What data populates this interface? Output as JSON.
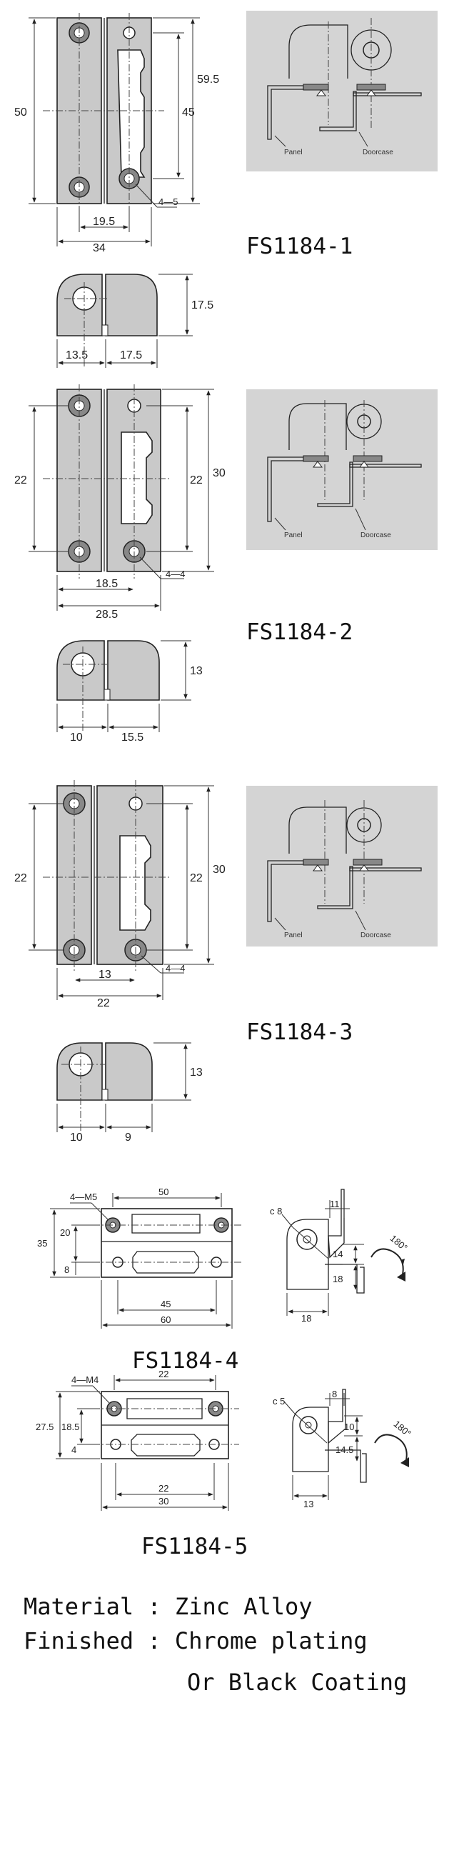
{
  "models": [
    {
      "id": "FS1184-1",
      "front_dims": {
        "left_height": "50",
        "right_height": "59.5",
        "inner_height": "45",
        "hole_spacing_width": "19.5",
        "total_width": "34",
        "holes": "4—5"
      },
      "side_dims": {
        "height": "17.5",
        "width_left": "13.5",
        "width_right": "17.5"
      },
      "section_labels": {
        "panel": "Panel",
        "doorcase": "Doorcase"
      }
    },
    {
      "id": "FS1184-2",
      "front_dims": {
        "left_height": "22",
        "right_height": "30",
        "inner_height": "22",
        "hole_spacing_width": "18.5",
        "total_width": "28.5",
        "holes": "4—4"
      },
      "side_dims": {
        "height": "13",
        "width_left": "10",
        "width_right": "15.5"
      },
      "section_labels": {
        "panel": "Panel",
        "doorcase": "Doorcase"
      }
    },
    {
      "id": "FS1184-3",
      "front_dims": {
        "left_height": "22",
        "right_height": "30",
        "inner_height": "22",
        "hole_spacing_width": "13",
        "total_width": "22",
        "holes": "4—4"
      },
      "side_dims": {
        "height": "13",
        "width_left": "10",
        "width_right": "9"
      },
      "section_labels": {
        "panel": "Panel",
        "doorcase": "Doorcase"
      }
    },
    {
      "id": "FS1184-4",
      "front_dims": {
        "thread": "4—M5",
        "top_width": "50",
        "total_height": "35",
        "upper_height": "20",
        "lower_height": "8",
        "inner_width": "45",
        "total_width": "60"
      },
      "side_dims": {
        "diameter": "c 8",
        "top_offset": "11",
        "upper": "14",
        "lower": "18",
        "bottom_width": "18",
        "angle": "180°"
      }
    },
    {
      "id": "FS1184-5",
      "front_dims": {
        "thread": "4—M4",
        "top_width": "22",
        "total_height": "27.5",
        "upper_height": "18.5",
        "lower_height": "4",
        "inner_width": "22",
        "total_width": "30"
      },
      "side_dims": {
        "diameter": "c 5",
        "top_offset": "8",
        "upper": "10",
        "lower": "14.5",
        "bottom_width": "13",
        "angle": "180°"
      }
    }
  ],
  "specs": {
    "material": "Material : Zinc Alloy",
    "finish": "Finished : Chrome plating",
    "finish_alt": "Or Black Coating"
  }
}
